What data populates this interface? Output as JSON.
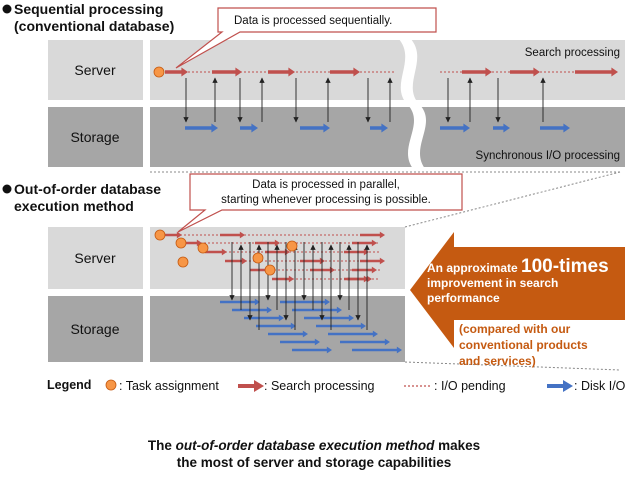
{
  "section1": {
    "title_line1": "Sequential processing",
    "title_line2": "(conventional database)",
    "callout": "Data is processed sequentially.",
    "server_label": "Server",
    "storage_label": "Storage",
    "search_label": "Search processing",
    "sync_label": "Synchronous I/O processing"
  },
  "section2": {
    "title_line1": "Out-of-order database",
    "title_line2": "execution method",
    "callout_line1": "Data is processed in parallel,",
    "callout_line2": "starting whenever processing is possible.",
    "server_label": "Server",
    "storage_label": "Storage"
  },
  "improvement": {
    "prefix": "An approximate ",
    "highlight": "100-times",
    "line2": "improvement in search",
    "line3": "performance",
    "note_line1": "(compared with our",
    "note_line2": "conventional products",
    "note_line3": "and services)"
  },
  "legend": {
    "title": "Legend",
    "task": ": Task assignment",
    "search": ": Search processing",
    "io_pending": ": I/O pending",
    "disk_io": ": Disk I/O"
  },
  "caption": {
    "line1_italic": "out-of-order database execution method",
    "line1_pre": "The ",
    "line1_post": " makes",
    "line2": "the most of server and storage capabilities"
  },
  "colors": {
    "red": "#c0504d",
    "blue": "#4472c4",
    "orange_dot": "#f79646",
    "arrow_orange": "#c55a11",
    "note_orange": "#c55a11",
    "band_light": "#d9d9d9",
    "band_dark": "#a6a6a6"
  },
  "icons": [
    "bullet-dot-icon",
    "task-dot-icon",
    "search-arrow-icon",
    "io-pending-line-icon",
    "disk-arrow-icon",
    "break-wave-icon"
  ]
}
